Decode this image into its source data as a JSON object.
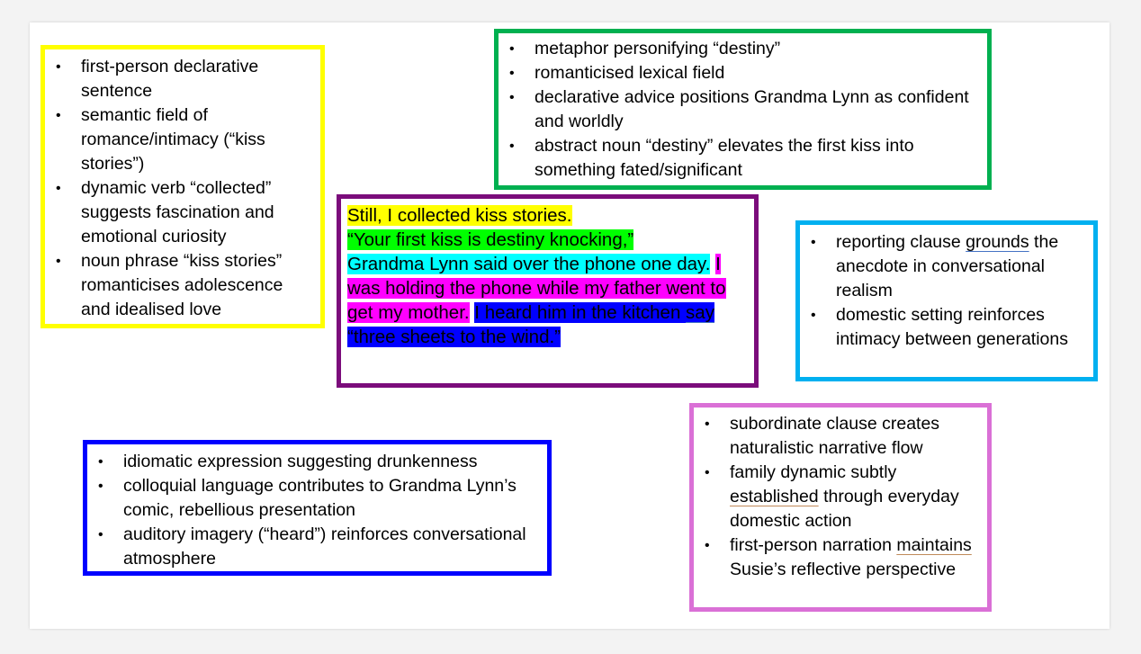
{
  "yellow_box": {
    "items": [
      "first-person declarative sentence",
      "semantic field of romance/intimacy (“kiss stories”)",
      "dynamic verb “collected” suggests fascination and emotional curiosity",
      "noun phrase “kiss stories” romanticises adolescence and idealised love"
    ]
  },
  "green_box": {
    "items": [
      "metaphor personifying “destiny”",
      "romanticised lexical field",
      "declarative advice positions Grandma Lynn as confident and worldly",
      "abstract noun “destiny” elevates the first kiss into something fated/significant"
    ]
  },
  "center_passage": {
    "s1": "Still, I collected kiss stories.",
    "s2": "“Your first kiss is destiny knocking,”",
    "s3": "Grandma Lynn said over the phone one day.",
    "s4": "I was holding the phone while my father went to get my mother.",
    "s5a": "I heard him in the kitchen ",
    "s5b": "say",
    "s5c": " “three sheets to the wind.”"
  },
  "light_blue_box": {
    "item1_a": "reporting clause ",
    "item1_b": "grounds",
    "item1_c": " the anecdote in conversational realism",
    "item2": "domestic setting reinforces intimacy between generations"
  },
  "dark_blue_box": {
    "items": [
      "idiomatic expression suggesting drunkenness",
      "colloquial language contributes to Grandma Lynn’s comic, rebellious presentation",
      "auditory imagery (“heard”) reinforces conversational atmosphere"
    ]
  },
  "pink_box": {
    "item1": "subordinate clause creates naturalistic narrative flow",
    "item2_a": "family dynamic subtly ",
    "item2_b": "established",
    "item2_c": " through everyday domestic action",
    "item3_a": "first-person narration ",
    "item3_b": "maintains",
    "item3_c": " Susie’s reflective perspective"
  },
  "colors": {
    "yellow_border": "#ffff00",
    "green_border": "#00b050",
    "light_blue_border": "#00b0f0",
    "dark_blue_border": "#0000ff",
    "pink_border": "#da70d6",
    "purple_border": "#7b0c7b"
  }
}
